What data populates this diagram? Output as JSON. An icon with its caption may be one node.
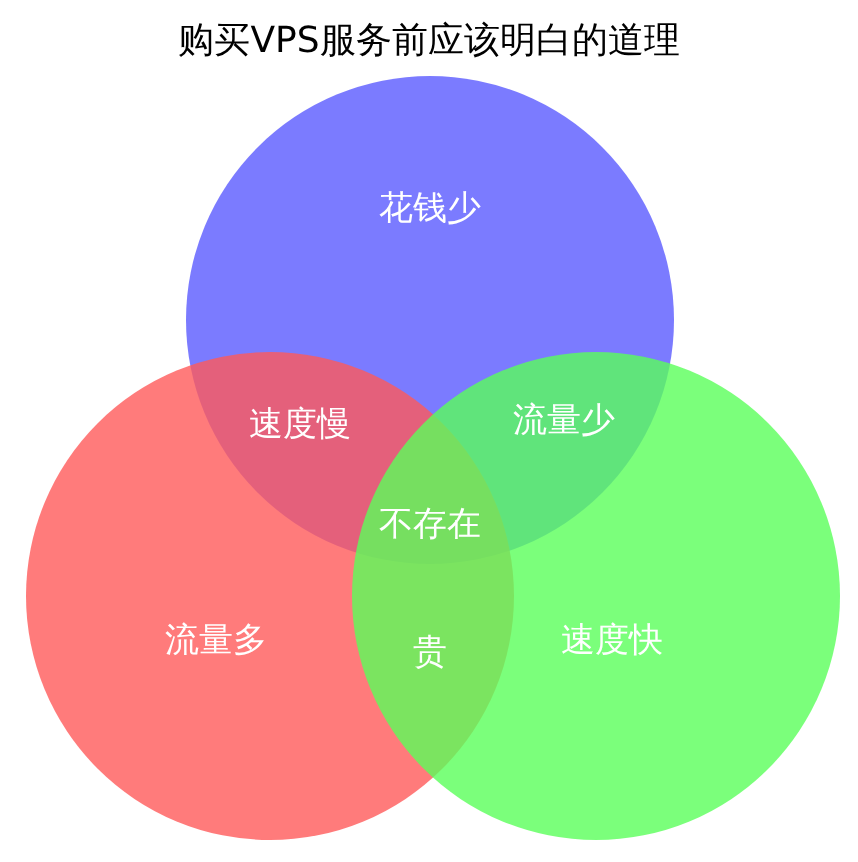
{
  "diagram": {
    "title": "购买VPS服务前应该明白的道理",
    "nodes": [
      {
        "text": [
          "花钱少"
        ]
      },
      {
        "text": [
          "流量多"
        ]
      },
      {
        "text": [
          "速度快"
        ]
      }
    ],
    "labels": [
      "速度慢",
      "流量少",
      "不存在",
      "贵"
    ]
  }
}
